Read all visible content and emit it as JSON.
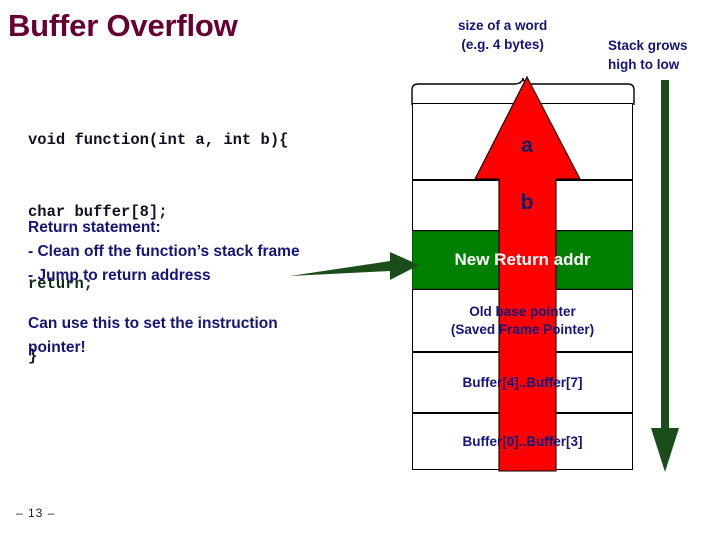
{
  "slide": {
    "title": "Buffer Overflow",
    "page_number": "– 13 –",
    "background_color": "#ffffff",
    "title_color": "#660033"
  },
  "code": {
    "lines": [
      "void function(int a, int b){",
      "char buffer[8];",
      "return;",
      "}"
    ],
    "line1": "void function(int a, int b){",
    "line2": "char buffer[8];",
    "line3": "return;",
    "line4": "}",
    "color": "#111122",
    "return_color": "#0d2b16"
  },
  "notes": {
    "return_heading": "Return statement:",
    "return_bullet_1": "- Clean off the function’s stack frame",
    "return_bullet_2": "- Jump to return address",
    "instruction_line_1": "Can use this to set the instruction",
    "instruction_line_2": "pointer!",
    "text_color": "#14147a"
  },
  "labels": {
    "word_size_line_1": "size of a word",
    "word_size_line_2": "(e.g. 4 bytes)",
    "stack_dir_line_1": "Stack grows",
    "stack_dir_line_2": "high to low"
  },
  "stack": {
    "rows": [
      {
        "id": "a",
        "label": "",
        "fill": "white"
      },
      {
        "id": "b",
        "label": "",
        "fill": "white"
      },
      {
        "id": "ret",
        "label": "New Return addr",
        "fill": "green"
      },
      {
        "id": "sfp",
        "label": "Old base pointer\n(Saved Frame Pointer)",
        "fill": "white"
      },
      {
        "id": "b47",
        "label": "Buffer[4]..Buffer[7]",
        "fill": "white"
      },
      {
        "id": "b03",
        "label": "Buffer[0]..Buffer[3]",
        "fill": "white"
      }
    ],
    "row_ret_label": "New Return addr",
    "row_sfp_label_1": "Old base pointer",
    "row_sfp_label_2": "(Saved Frame Pointer)",
    "row_b47_label": "Buffer[4]..Buffer[7]",
    "row_b03_label": "Buffer[0]..Buffer[3]",
    "green_fill": "#008000",
    "border_color": "#000000"
  },
  "arrows": {
    "up_arrow_color": "#ff0000",
    "up_arrow_label_a": "a",
    "up_arrow_label_b": "b",
    "down_arrow_color": "#1b4d1b",
    "right_arrow_color": "#1b4d1b"
  }
}
